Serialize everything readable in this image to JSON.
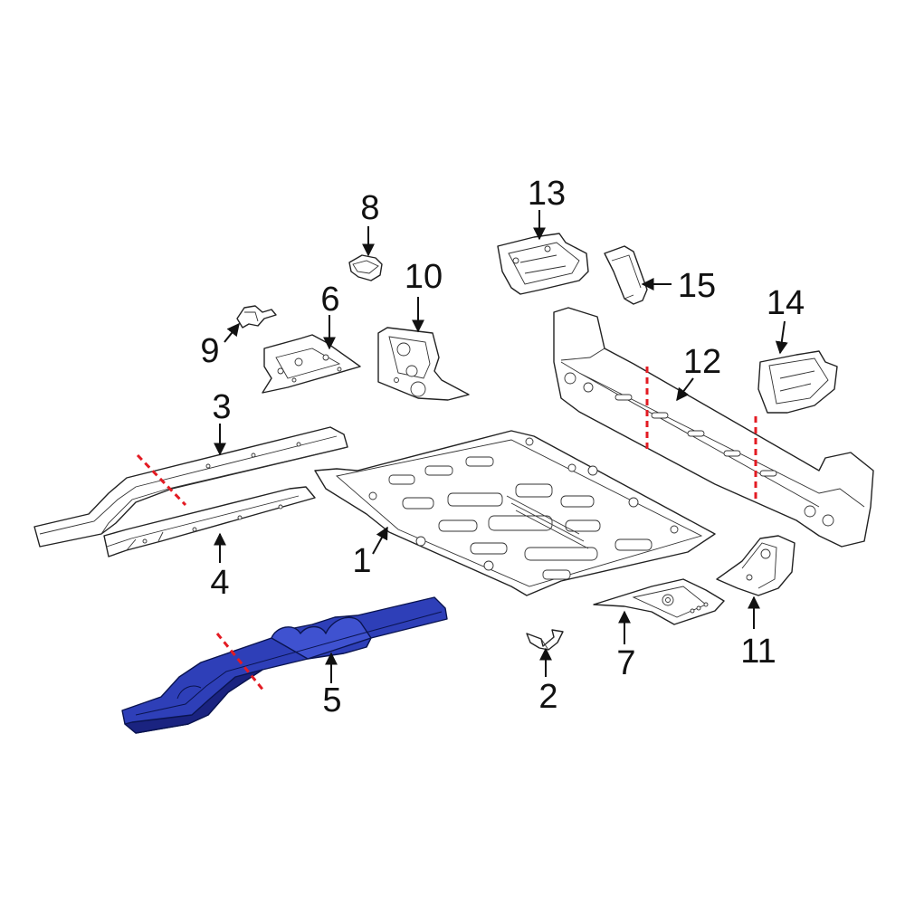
{
  "diagram": {
    "highlight_color": "#2e3fb8",
    "highlight_dark": "#1a2380",
    "cut_line_color": "#e31b23",
    "callouts": {
      "c1": "1",
      "c2": "2",
      "c3": "3",
      "c4": "4",
      "c5": "5",
      "c6": "6",
      "c7": "7",
      "c8": "8",
      "c9": "9",
      "c10": "10",
      "c11": "11",
      "c12": "12",
      "c13": "13",
      "c14": "14",
      "c15": "15"
    }
  }
}
